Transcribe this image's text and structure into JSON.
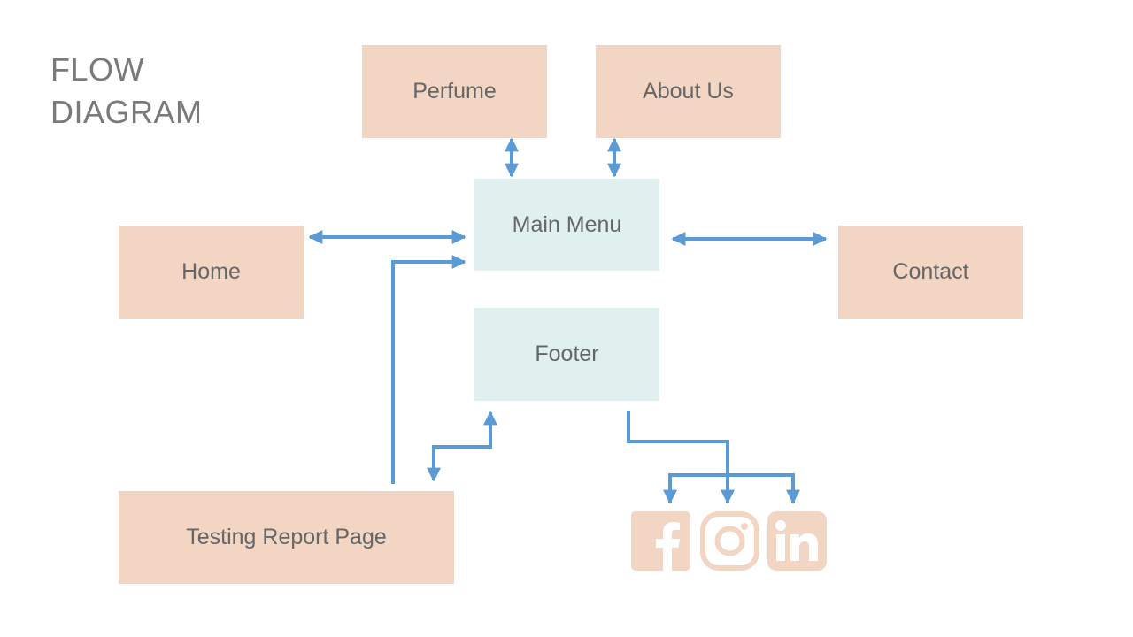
{
  "title": {
    "line1": "FLOW",
    "line2": "DIAGRAM"
  },
  "nodes": {
    "perfume": "Perfume",
    "about_us": "About Us",
    "main_menu": "Main Menu",
    "home": "Home",
    "contact": "Contact",
    "footer": "Footer",
    "testing_report_page": "Testing Report Page"
  },
  "social_icons": [
    "facebook-icon",
    "instagram-icon",
    "linkedin-icon"
  ],
  "colors": {
    "page_box": "#f2d5c3",
    "hub_box": "#dff0ef",
    "arrow": "#5b9bd5",
    "text": "#666666",
    "title": "#7a7a7a"
  }
}
